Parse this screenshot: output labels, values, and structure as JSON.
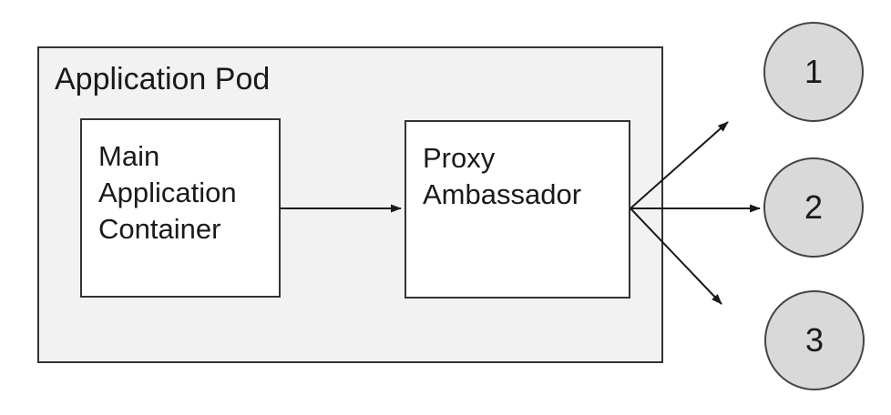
{
  "diagram": {
    "pod": {
      "label": "Application Pod"
    },
    "nodes": {
      "main_container": {
        "label": "Main Application Container"
      },
      "proxy_ambassador": {
        "label": "Proxy Ambassador"
      }
    },
    "endpoints": [
      {
        "label": "1"
      },
      {
        "label": "2"
      },
      {
        "label": "3"
      }
    ],
    "connections": [
      {
        "from": "Main Application Container",
        "to": "Proxy Ambassador"
      },
      {
        "from": "Proxy Ambassador",
        "to": "1"
      },
      {
        "from": "Proxy Ambassador",
        "to": "2"
      },
      {
        "from": "Proxy Ambassador",
        "to": "3"
      }
    ],
    "colors": {
      "canvas_background": "#ffffff",
      "pod_fill": "#f2f2f2",
      "node_fill": "#ffffff",
      "endpoint_fill": "#d9d9d9",
      "stroke": "#333333",
      "arrow": "#1a1a1a",
      "text": "#1a1a1a"
    }
  }
}
